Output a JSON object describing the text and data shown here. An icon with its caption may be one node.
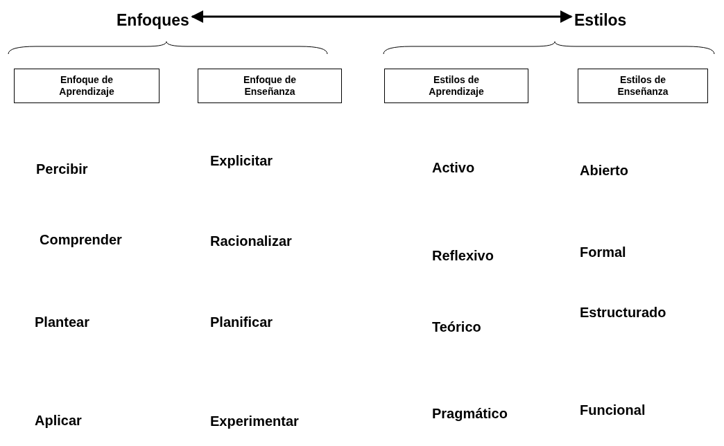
{
  "diagram": {
    "nodes": [
      {
        "text": [
          "Enfoques"
        ]
      },
      {
        "text": [
          "Estilos"
        ]
      },
      {
        "text": [
          "Enfoque de Aprendizaje"
        ]
      },
      {
        "text": [
          "Enfoque de Enseñanza"
        ]
      },
      {
        "text": [
          "Estilos de Aprendizaje"
        ]
      },
      {
        "text": [
          "Estilos de Enseñanza"
        ]
      }
    ],
    "edges": [
      {
        "from": 0,
        "to": 1,
        "arrow": "both"
      }
    ],
    "labels": [
      "Percibir",
      "Explicitar",
      "Activo",
      "Abierto",
      "Comprender",
      "Racionalizar",
      "Reflexivo",
      "Formal",
      "Plantear",
      "Planificar",
      "Teórico",
      "Estructurado",
      "Aplicar",
      "Experimentar",
      "Pragmático",
      "Funcional"
    ]
  }
}
